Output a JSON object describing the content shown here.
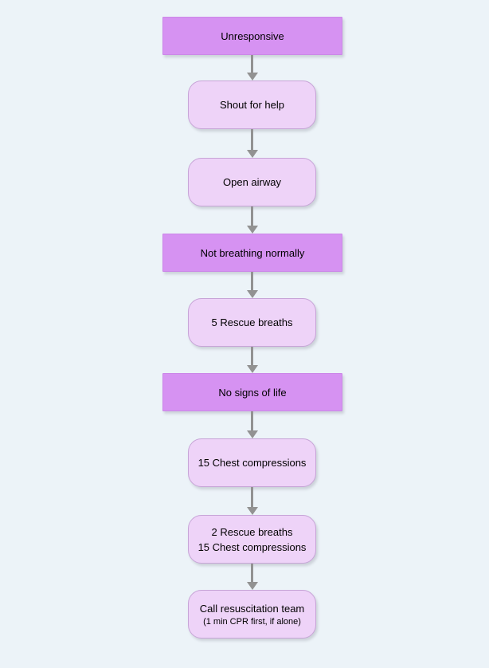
{
  "flowchart": {
    "description": "Vertical flowchart of nine steps connected by downward arrows",
    "nodes": [
      {
        "id": "unresponsive",
        "shape": "rectangle",
        "lines": [
          "Unresponsive"
        ]
      },
      {
        "id": "shout-for-help",
        "shape": "rounded",
        "lines": [
          "Shout for help"
        ]
      },
      {
        "id": "open-airway",
        "shape": "rounded",
        "lines": [
          "Open airway"
        ]
      },
      {
        "id": "not-breathing-normally",
        "shape": "rectangle",
        "lines": [
          "Not breathing normally"
        ]
      },
      {
        "id": "5-rescue-breaths",
        "shape": "rounded",
        "lines": [
          "5 Rescue breaths"
        ]
      },
      {
        "id": "no-signs-of-life",
        "shape": "rectangle",
        "lines": [
          "No signs of life"
        ]
      },
      {
        "id": "15-chest-compressions",
        "shape": "rounded",
        "lines": [
          "15 Chest compressions"
        ]
      },
      {
        "id": "2-breaths-15-compressions",
        "shape": "rounded",
        "lines": [
          "2 Rescue breaths",
          "15 Chest compressions"
        ]
      },
      {
        "id": "call-resuscitation-team",
        "shape": "rounded",
        "lines": [
          "Call resuscitation team"
        ],
        "subline": "(1 min CPR first, if alone)"
      }
    ],
    "colors": {
      "background": "#ecf3f8",
      "rectangle_fill": "#d692f2",
      "rectangle_border": "#cb87e8",
      "rounded_fill": "#eed3f8",
      "rounded_border": "#c7a4d7",
      "arrow": "#929292",
      "text": "#000000"
    }
  }
}
